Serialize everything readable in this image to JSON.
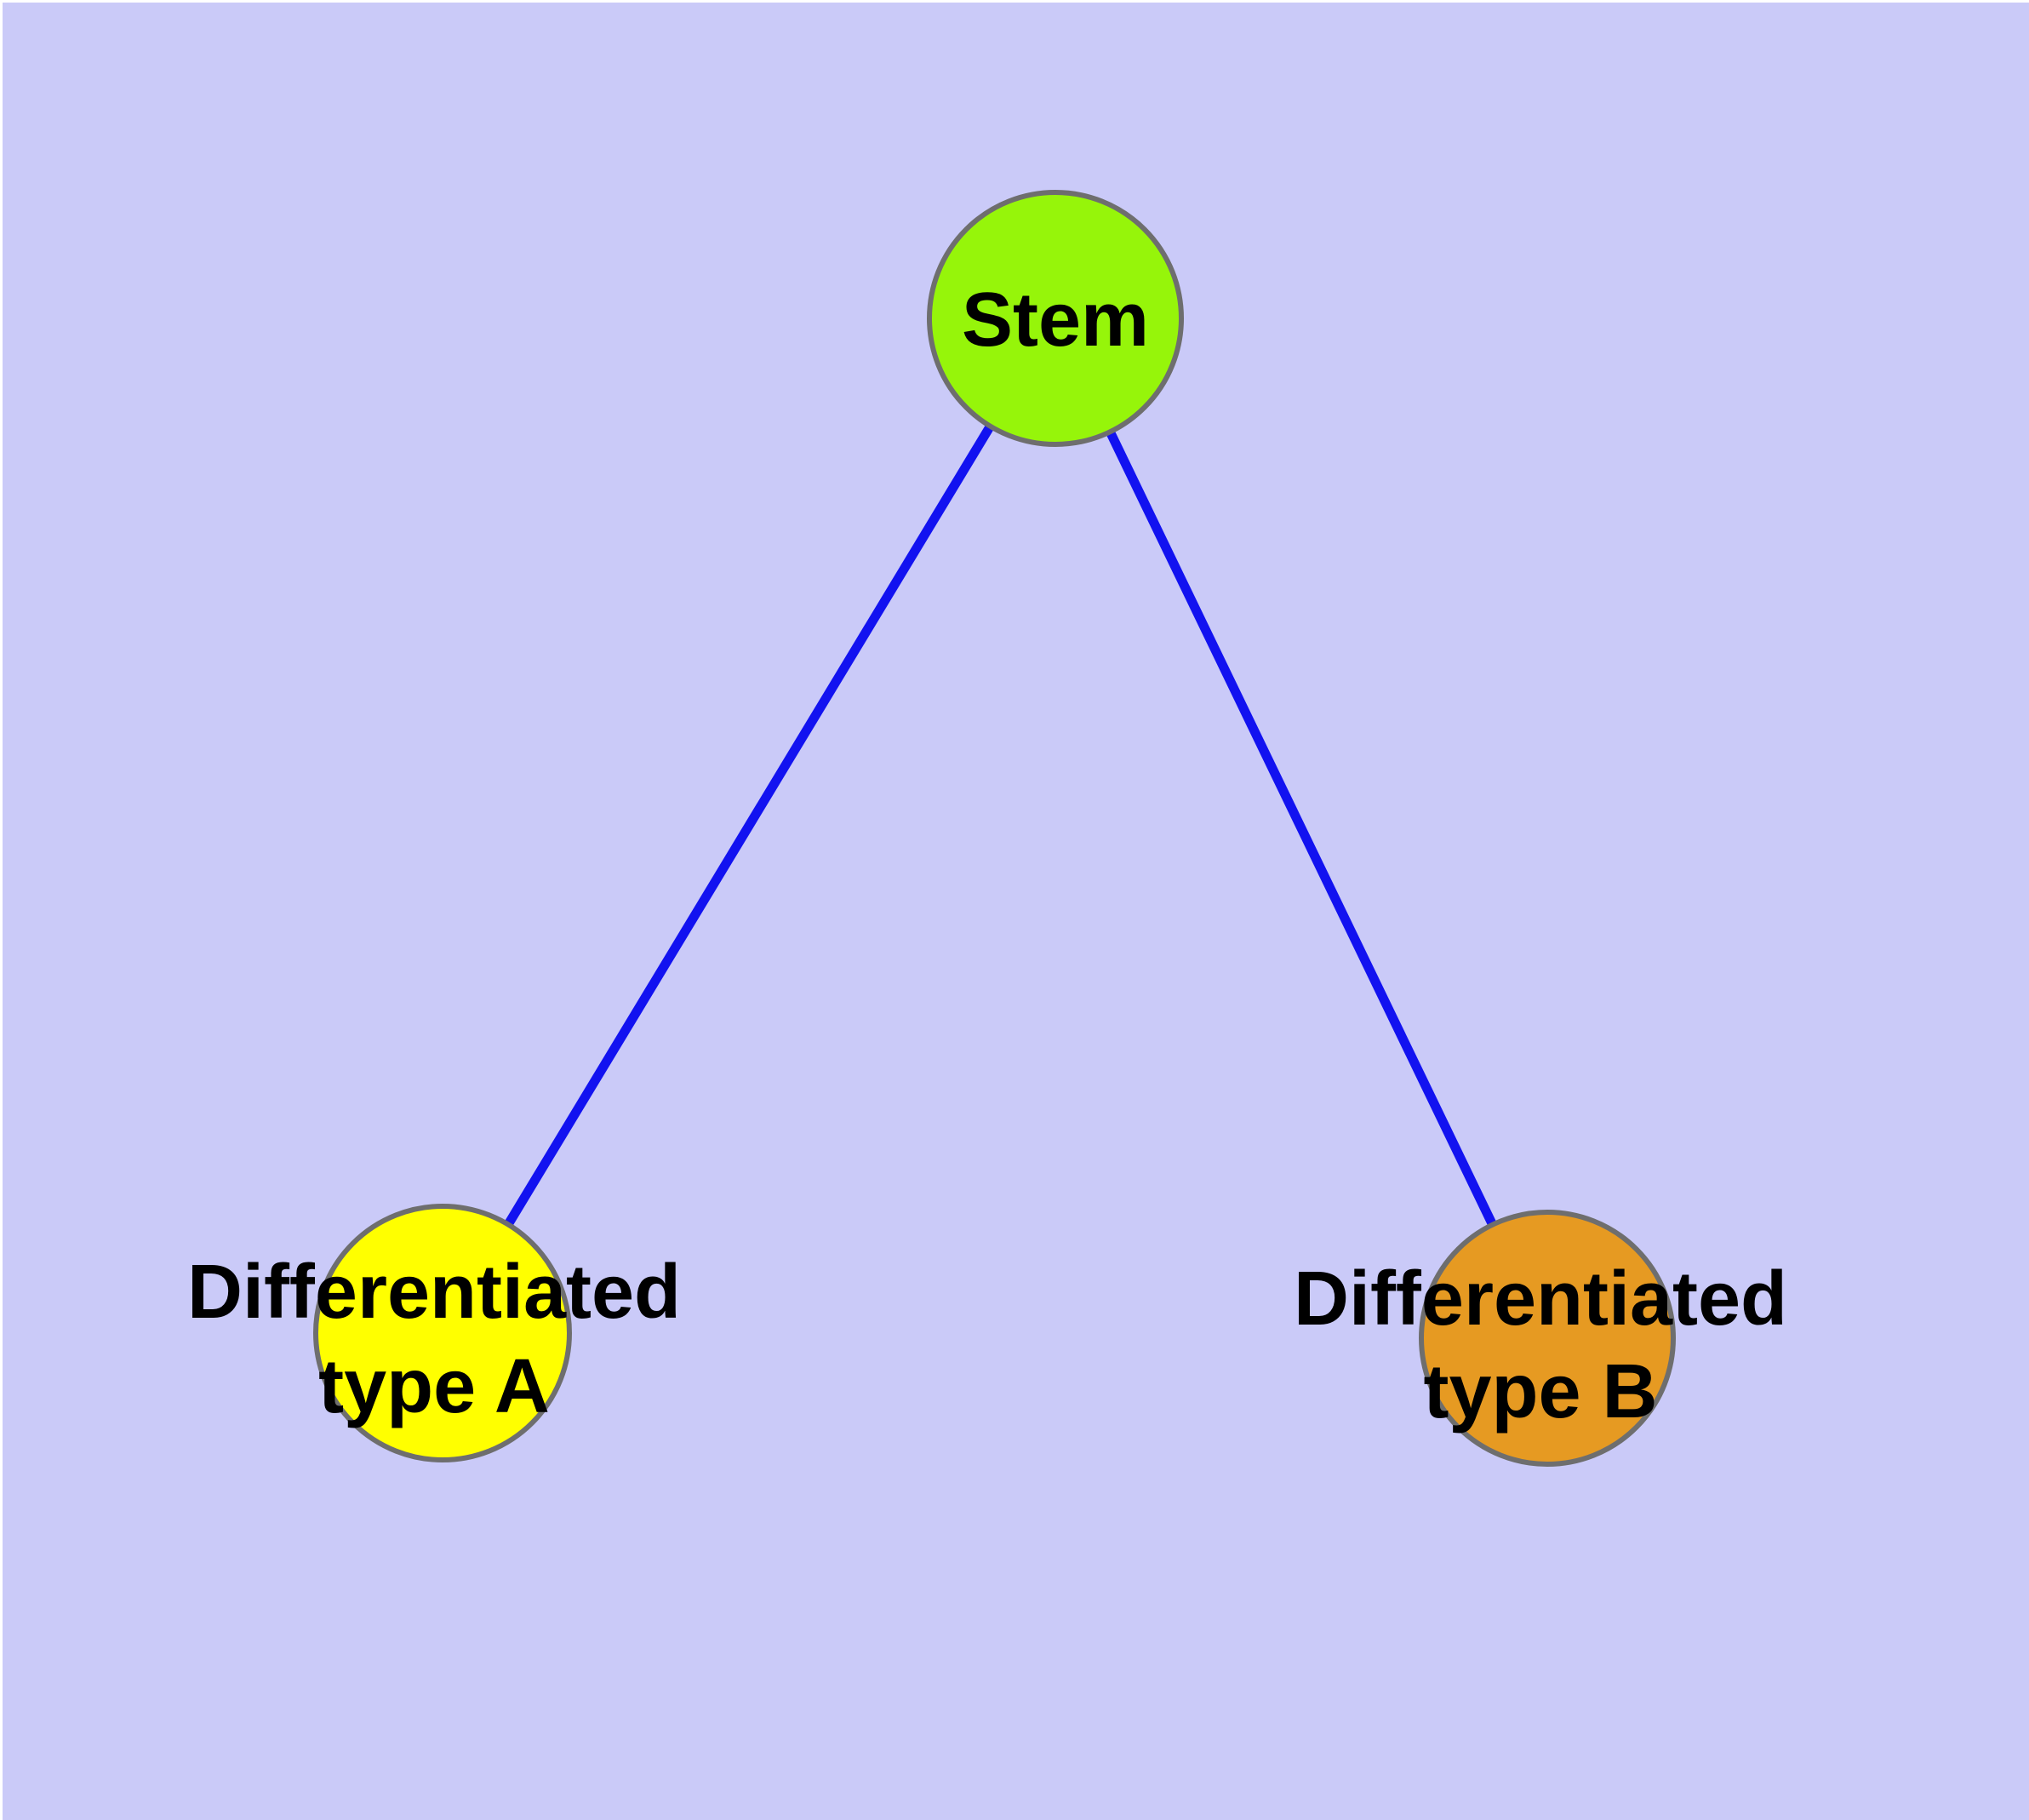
{
  "diagram": {
    "colors": {
      "page_margin": "#ffffff",
      "background": "#cacaf8",
      "edge": "#1212f0",
      "node_border": "#6e6e6e",
      "label": "#000000",
      "stem_fill": "#96f50a",
      "type_a_fill": "#ffff00",
      "type_b_fill": "#e69a22"
    },
    "nodes": [
      {
        "id": "stem",
        "label": "Stem",
        "fill": "#96f50a"
      },
      {
        "id": "differentiated-type-a",
        "label": "Differentiated type A",
        "line1": "Differentiated",
        "line2": "type A",
        "fill": "#ffff00"
      },
      {
        "id": "differentiated-type-b",
        "label": "Differentiated type B",
        "line1": "Differentiated",
        "line2": "type B",
        "fill": "#e69a22"
      }
    ],
    "edges": [
      {
        "from": "Stem",
        "to": "Differentiated type A"
      },
      {
        "from": "Stem",
        "to": "Differentiated type B"
      }
    ]
  }
}
